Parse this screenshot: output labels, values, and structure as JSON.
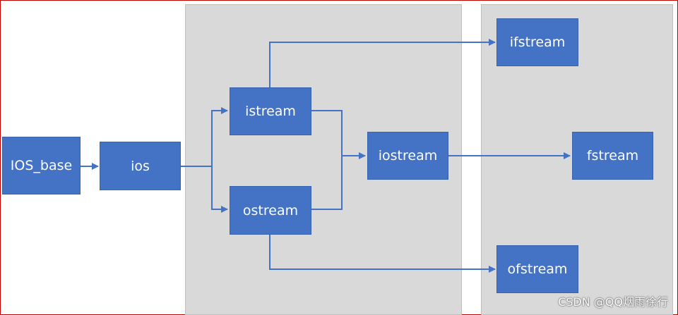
{
  "nodes": {
    "ios_base": "IOS_base",
    "ios": "ios",
    "istream": "istream",
    "ostream": "ostream",
    "iostream": "iostream",
    "ifstream": "ifstream",
    "fstream": "fstream",
    "ofstream": "ofstream"
  },
  "colors": {
    "node": "#4472c4",
    "arrow": "#4472c4",
    "panel": "#d9d9d9"
  },
  "watermark": "CSDN @QQ烟雨徐行"
}
